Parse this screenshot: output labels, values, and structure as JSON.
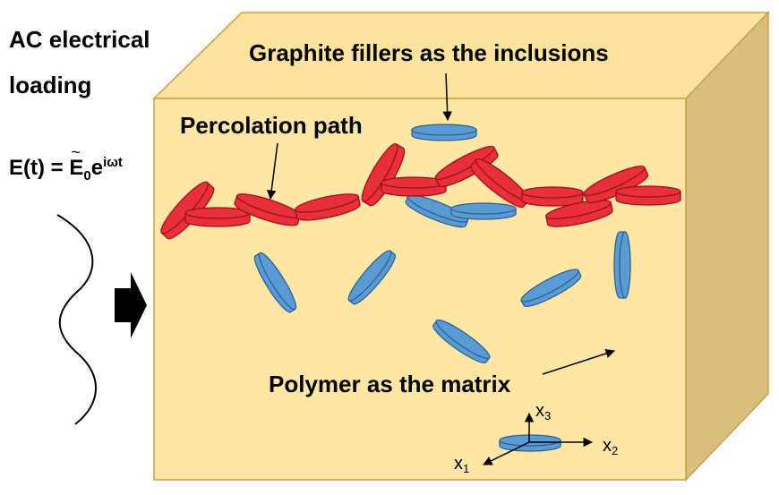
{
  "loading": {
    "line1": "AC electrical",
    "line2": "loading",
    "equation": {
      "lhs": "E(t) = ",
      "field_symbol": "E",
      "field_tilde": "~",
      "field_subscript": "0",
      "exp_base": "e",
      "exp_superscript": "iωt"
    }
  },
  "labels": {
    "inclusions": "Graphite fillers as the inclusions",
    "percolation": "Percolation path",
    "matrix": "Polymer as the matrix"
  },
  "axes": {
    "x1": "x",
    "x1_sub": "1",
    "x2": "x",
    "x2_sub": "2",
    "x3": "x",
    "x3_sub": "3"
  },
  "colors": {
    "matrix_front": "#fde6a6",
    "matrix_top": "#fde39e",
    "matrix_side": "#d9bf7e",
    "matrix_edge": "#c89f4a",
    "filler_blue": "#5b9bd5",
    "filler_blue_dark": "#2e5f8e",
    "filler_red": "#e8303a",
    "filler_red_dark": "#9a1016"
  }
}
